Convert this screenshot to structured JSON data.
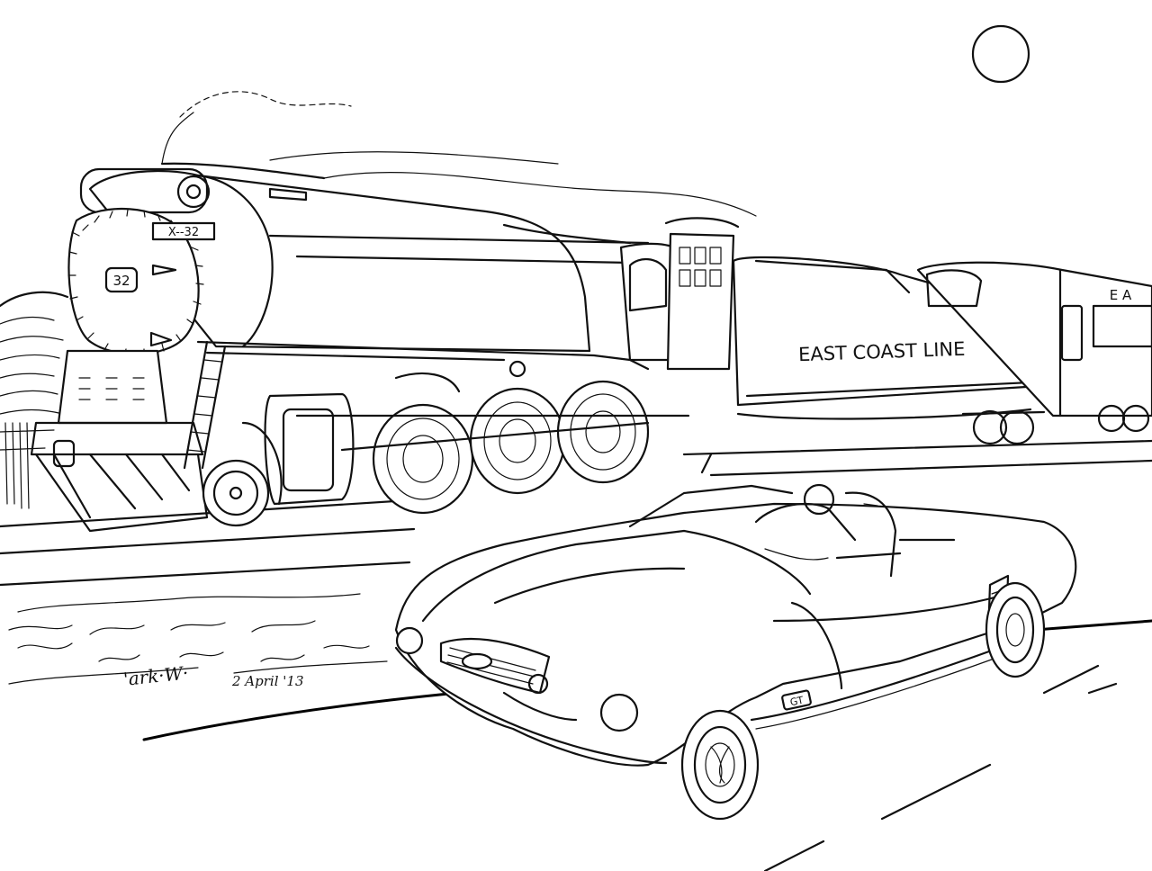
{
  "artwork": {
    "tender_lettering": "EAST COAST LINE",
    "coach_lettering": "E A",
    "smokebox_number": "32",
    "cab_number": "32",
    "headcode": "X--32",
    "car_badge": "GT",
    "signature": "'ark·W·",
    "date": "2 April '13"
  }
}
